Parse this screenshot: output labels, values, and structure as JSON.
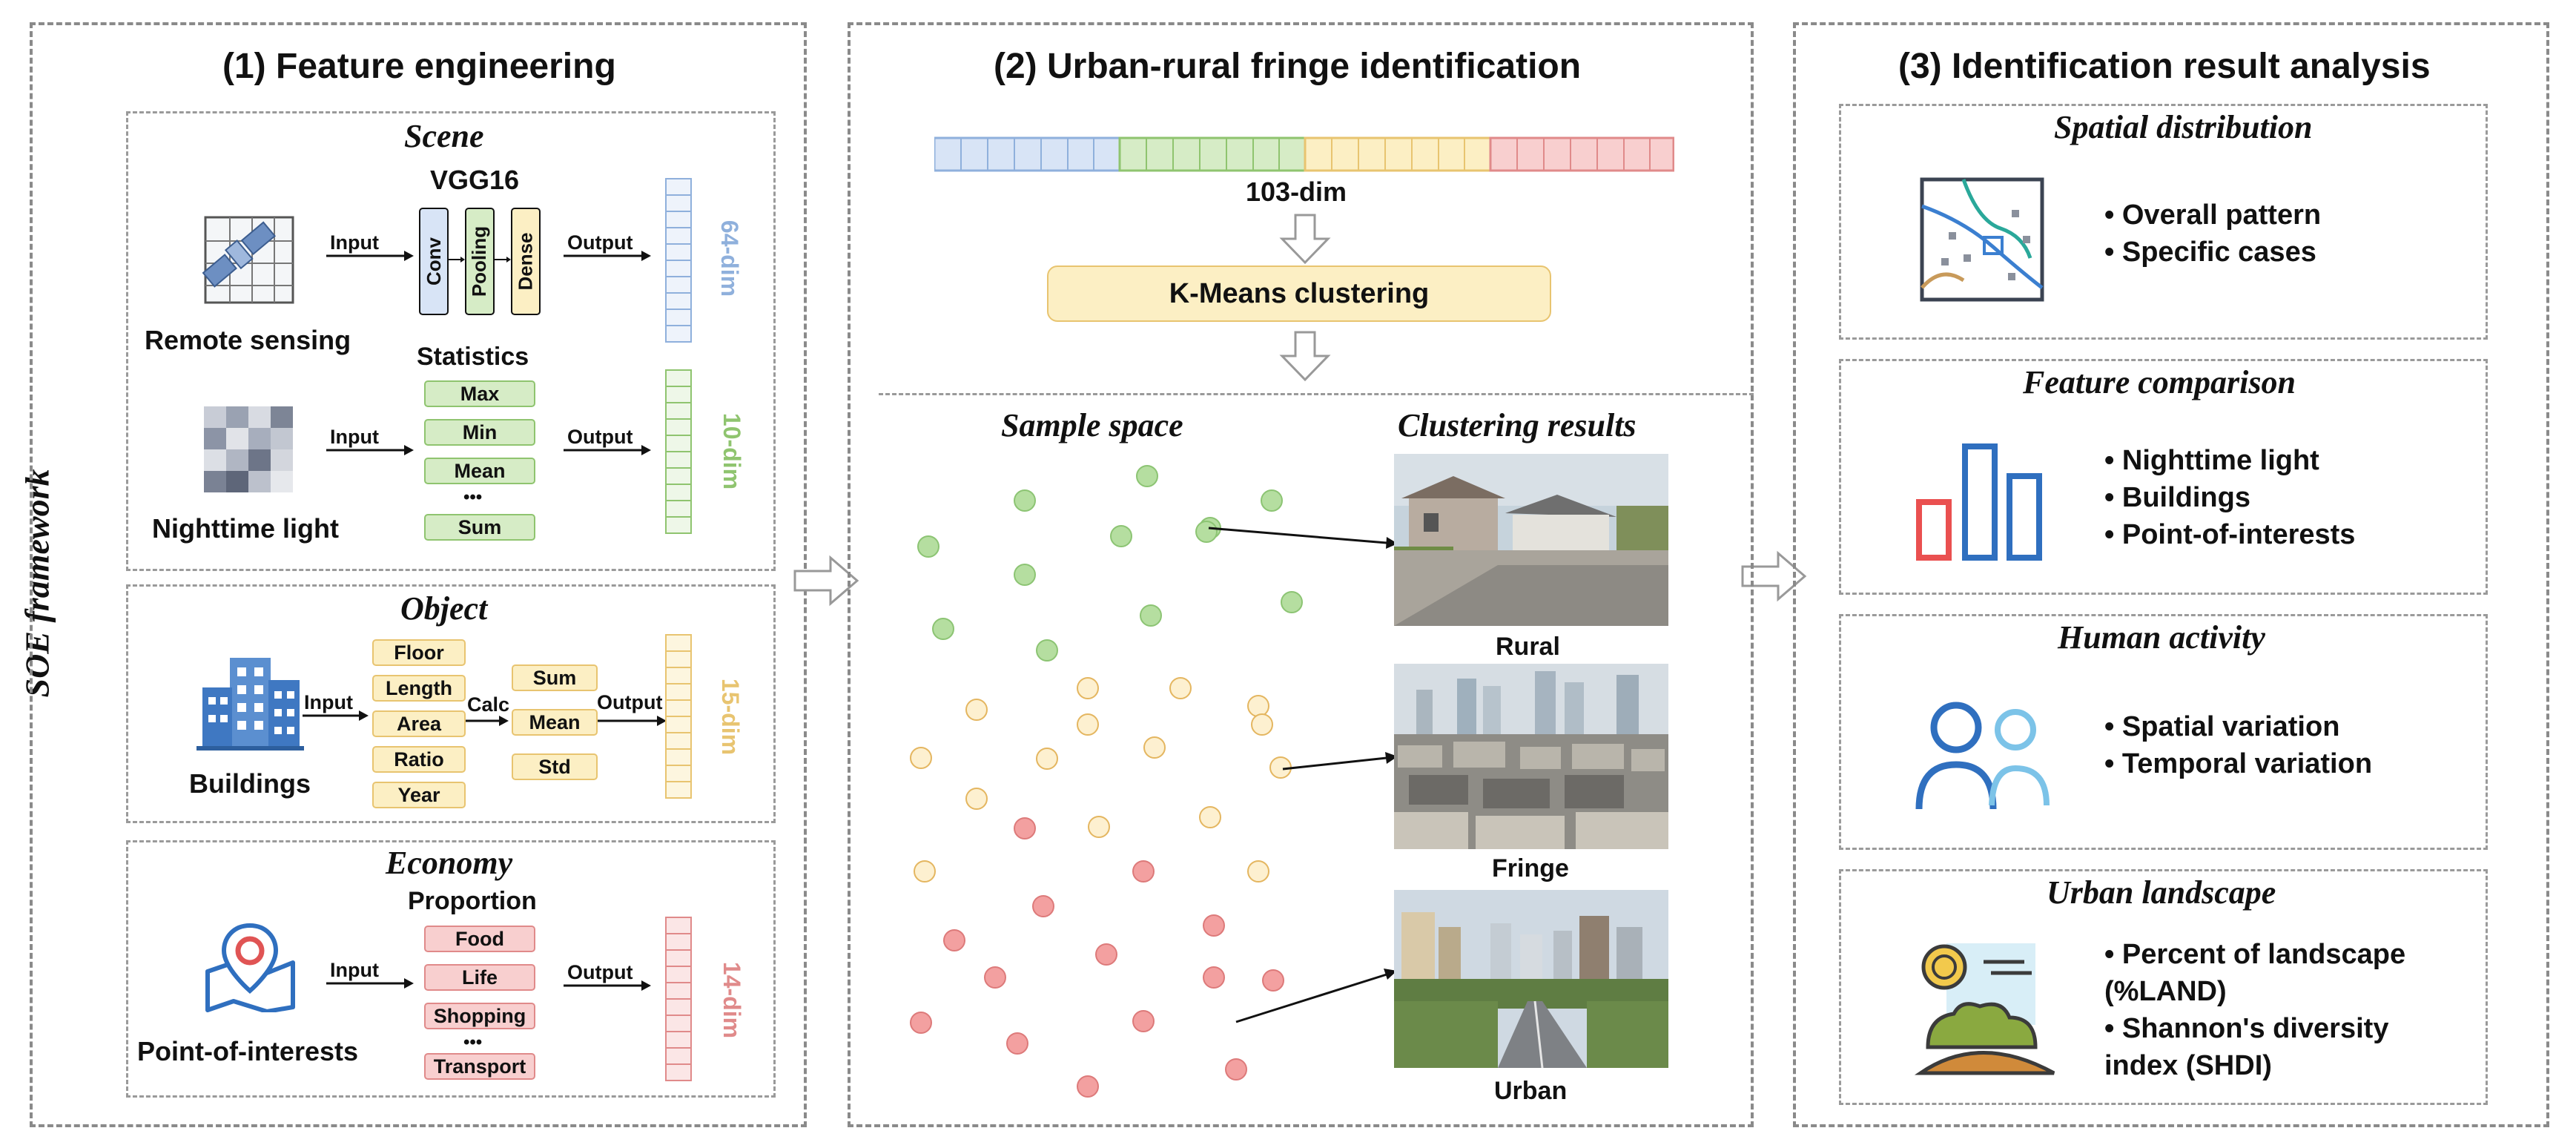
{
  "side_label": "SOE framework",
  "panel1": {
    "title": "(1) Feature engineering",
    "scene": {
      "title": "Scene",
      "model": "VGG16",
      "source": "Remote sensing",
      "input": "Input",
      "output": "Output",
      "layers": [
        "Conv",
        "Pooling",
        "Dense"
      ],
      "dim": "64-dim",
      "stats_title": "Statistics",
      "stats": [
        "Max",
        "Min",
        "Mean",
        "•••",
        "Sum"
      ],
      "source2": "Nighttime light",
      "dim2": "10-dim"
    },
    "object": {
      "title": "Object",
      "source": "Buildings",
      "input": "Input",
      "calc": "Calc",
      "output": "Output",
      "attrs": [
        "Floor",
        "Length",
        "Area",
        "Ratio",
        "Year"
      ],
      "ops": [
        "Sum",
        "Mean",
        "Std"
      ],
      "dim": "15-dim"
    },
    "economy": {
      "title": "Economy",
      "source": "Point-of-interests",
      "input": "Input",
      "output": "Output",
      "proportion_title": "Proportion",
      "cats": [
        "Food",
        "Life",
        "Shopping",
        "•••",
        "Transport"
      ],
      "dim": "14-dim"
    }
  },
  "panel2": {
    "title": "(2) Urban-rural fringe identification",
    "vector_label": "103-dim",
    "clustering": "K-Means clustering",
    "sample_space": "Sample space",
    "results_title": "Clustering results",
    "results": [
      "Rural",
      "Fringe",
      "Urban"
    ]
  },
  "panel3": {
    "title": "(3) Identification result analysis",
    "sections": [
      {
        "title": "Spatial distribution",
        "items": [
          "Overall pattern",
          "Specific cases"
        ]
      },
      {
        "title": "Feature comparison",
        "items": [
          "Nighttime light",
          "Buildings",
          "Point-of-interests"
        ]
      },
      {
        "title": "Human activity",
        "items": [
          "Spatial variation",
          "Temporal variation"
        ]
      },
      {
        "title": "Urban landscape",
        "items": [
          "Percent of landscape (%LAND)",
          "Shannon's diversity index (SHDI)"
        ]
      }
    ]
  },
  "colors": {
    "scene": "#8fb0dc",
    "night": "#8fc46f",
    "object": "#e8c470",
    "economy": "#e08a8a",
    "rural_dot": "#b5dea0",
    "fringe_dot": "#fdf0d0",
    "urban_dot": "#f3a0a0"
  },
  "icons": [
    "satellite-icon",
    "pixel-grid-icon",
    "buildings-icon",
    "map-pin-icon",
    "map-icon",
    "bar-chart-icon",
    "people-icon",
    "landscape-icon"
  ]
}
